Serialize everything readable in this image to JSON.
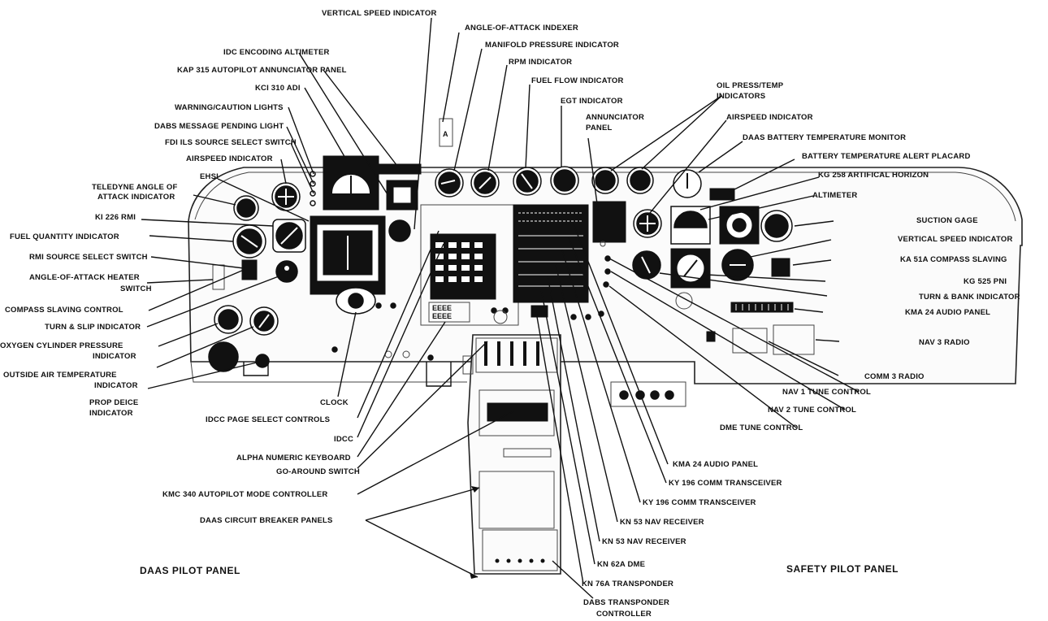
{
  "labels": {
    "vertical_speed_indicator_top": "VERTICAL SPEED INDICATOR",
    "angle_of_attack_indexer": "ANGLE-OF-ATTACK INDEXER",
    "manifold_pressure_indicator": "MANIFOLD PRESSURE INDICATOR",
    "rpm_indicator": "RPM INDICATOR",
    "fuel_flow_indicator": "FUEL FLOW INDICATOR",
    "egt_indicator": "EGT INDICATOR",
    "idc_encoding_altimeter": "IDC ENCODING ALTIMETER",
    "kap_315_autopilot_annunciator_panel": "KAP 315 AUTOPILOT ANNUNCIATOR PANEL",
    "kci_310_adi": "KCI 310 ADI",
    "warning_caution_lights": "WARNING/CAUTION LIGHTS",
    "dabs_message_pending_light": "DABS MESSAGE PENDING LIGHT",
    "fdi_ils_source_select_switch": "FDI ILS SOURCE SELECT SWITCH",
    "airspeed_indicator_left": "AIRSPEED INDICATOR",
    "ehsi": "EHSI",
    "teledyne_aoa_line1": "TELEDYNE ANGLE OF",
    "teledyne_aoa_line2": "ATTACK INDICATOR",
    "ki_226_rmi": "KI 226 RMI",
    "fuel_quantity_indicator": "FUEL QUANTITY INDICATOR",
    "rmi_source_select_switch": "RMI SOURCE SELECT SWITCH",
    "aoa_heater_line1": "ANGLE-OF-ATTACK HEATER",
    "aoa_heater_line2": "SWITCH",
    "compass_slaving_control": "COMPASS SLAVING CONTROL",
    "turn_slip_indicator": "TURN & SLIP INDICATOR",
    "oxygen_line1": "OXYGEN CYLINDER PRESSURE",
    "oxygen_line2": "INDICATOR",
    "oat_line1": "OUTSIDE AIR TEMPERATURE",
    "oat_line2": "INDICATOR",
    "prop_deice_line1": "PROP DEICE",
    "prop_deice_line2": "INDICATOR",
    "clock": "CLOCK",
    "idcc_page_select_controls": "IDCC PAGE SELECT CONTROLS",
    "idcc": "IDCC",
    "alpha_numeric_keyboard": "ALPHA NUMERIC KEYBOARD",
    "go_around_switch": "GO-AROUND SWITCH",
    "kmc_340_autopilot_mode_controller": "KMC 340 AUTOPILOT MODE CONTROLLER",
    "daas_circuit_breaker_panels": "DAAS CIRCUIT BREAKER PANELS",
    "annunciator_panel_line1": "ANNUNCIATOR",
    "annunciator_panel_line2": "PANEL",
    "oil_press_temp_line1": "OIL PRESS/TEMP",
    "oil_press_temp_line2": "INDICATORS",
    "airspeed_indicator_right": "AIRSPEED INDICATOR",
    "daas_battery_temperature_monitor": "DAAS BATTERY TEMPERATURE MONITOR",
    "battery_temperature_alert_placard": "BATTERY TEMPERATURE ALERT PLACARD",
    "kg_258_artificial_horizon": "KG 258 ARTIFICAL HORIZON",
    "altimeter": "ALTIMETER",
    "suction_gage": "SUCTION GAGE",
    "vertical_speed_indicator_right": "VERTICAL SPEED INDICATOR",
    "ka_51a_compass_slaving": "KA 51A COMPASS SLAVING",
    "kg_525_pni": "KG 525 PNI",
    "turn_bank_indicator": "TURN & BANK INDICATOR",
    "kma_24_audio_panel_right": "KMA 24 AUDIO PANEL",
    "nav_3_radio": "NAV 3 RADIO",
    "comm_3_radio": "COMM 3 RADIO",
    "nav_1_tune_control": "NAV 1 TUNE CONTROL",
    "nav_2_tune_control": "NAV 2 TUNE CONTROL",
    "dme_tune_control": "DME TUNE CONTROL",
    "kma_24_audio_panel_center": "KMA 24 AUDIO PANEL",
    "ky_196_comm_transceiver_1": "KY 196 COMM TRANSCEIVER",
    "ky_196_comm_transceiver_2": "KY 196 COMM TRANSCEIVER",
    "kn_53_nav_receiver_1": "KN 53 NAV RECEIVER",
    "kn_53_nav_receiver_2": "KN 53 NAV RECEIVER",
    "kn_62a_dme": "KN 62A DME",
    "kn_76a_transponder": "KN 76A TRANSPONDER",
    "dabs_transponder_line1": "DABS TRANSPONDER",
    "dabs_transponder_line2": "CONTROLLER"
  },
  "panels": {
    "left_title": "DAAS PILOT PANEL",
    "right_title": "SAFETY PILOT PANEL"
  }
}
